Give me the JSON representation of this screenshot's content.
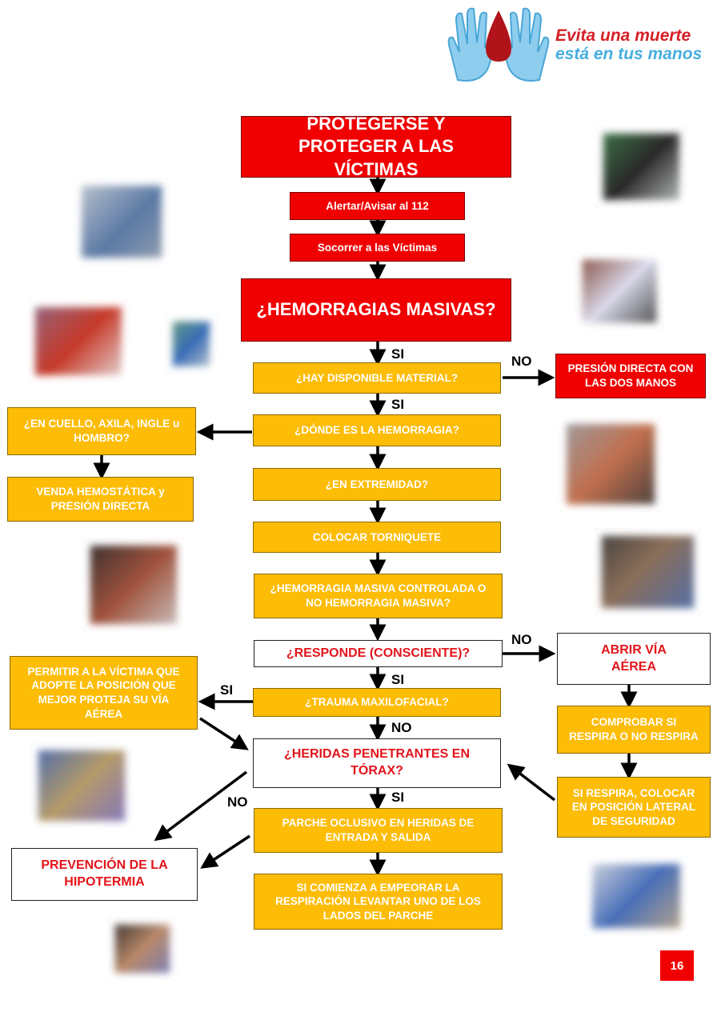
{
  "logo": {
    "line1": "Evita una muerte",
    "line2": "está en tus manos"
  },
  "boxes": {
    "protegerse": "PROTEGERSE Y PROTEGER A LAS VÍCTIMAS",
    "alertar": "Alertar/Avisar al 112",
    "socorrer": "Socorrer a las Víctimas",
    "hemorragias": "¿HEMORRAGIAS MASIVAS?",
    "material": "¿HAY DISPONIBLE MATERIAL?",
    "presion_manos": "PRESIÓN DIRECTA CON LAS DOS MANOS",
    "donde": "¿DÓNDE ES LA HEMORRAGIA?",
    "cuello": "¿EN CUELLO, AXILA, INGLE u HOMBRO?",
    "venda": "VENDA HEMOSTÁTICA y PRESIÓN DIRECTA",
    "extremidad": "¿EN EXTREMIDAD?",
    "torniquete": "COLOCAR TORNIQUETE",
    "controlada": "¿HEMORRAGIA MASIVA CONTROLADA O NO HEMORRAGIA MASIVA?",
    "responde": "¿RESPONDE (CONSCIENTE)?",
    "abrir": "ABRIR VÍA AÉREA",
    "permitir": "PERMITIR A LA VÍCTIMA QUE ADOPTE LA POSICIÓN QUE MEJOR PROTEJA SU VÍA AÉREA",
    "trauma": "¿TRAUMA MAXILOFACIAL?",
    "comprobar": "COMPROBAR SI RESPIRA O NO RESPIRA",
    "heridas": "¿HERIDAS PENETRANTES EN TÓRAX?",
    "si_respira": "SI RESPIRA, COLOCAR EN POSICIÓN LATERAL DE SEGURIDAD",
    "parche": "PARCHE OCLUSIVO EN HERIDAS DE ENTRADA Y SALIDA",
    "hipotermia": "PREVENCIÓN DE LA HIPOTERMIA",
    "empeorar": "SI COMIENZA A EMPEORAR LA RESPIRACIÓN LEVANTAR UNO DE LOS LADOS DEL PARCHE"
  },
  "labels": {
    "si1": "SI",
    "no1": "NO",
    "si2": "SI",
    "no2": "NO",
    "si3": "SI",
    "si4": "SI",
    "no3": "NO",
    "no4": "NO",
    "si5": "SI"
  },
  "page_number": "16",
  "colors": {
    "red": "#f00000",
    "orange": "#fdbc05",
    "text_red": "#e3141b",
    "logo_blue": "#47aee0"
  }
}
